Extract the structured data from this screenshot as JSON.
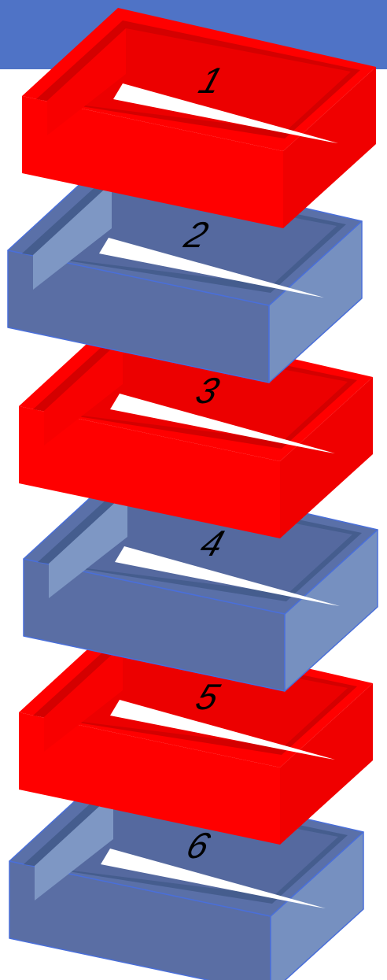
{
  "colors": {
    "header_band": "#4f73c6",
    "red_front": "#ff0000",
    "red_side": "#f00000",
    "red_top": "#ff0000",
    "red_rim": "#d40000",
    "red_inner_back": "#ec0000",
    "red_inner_left": "#f80000",
    "blue_front": "#5a6ea4",
    "blue_side": "#7690c0",
    "blue_top": "#5a70a8",
    "blue_rim": "#455d8e",
    "blue_inner_back": "#55699f",
    "blue_inner_left": "#7e97c4",
    "blue_edge": "#4a6fd9",
    "hole": "#ffffff"
  },
  "layers": [
    {
      "label": "1",
      "color": "red"
    },
    {
      "label": "2",
      "color": "blue"
    },
    {
      "label": "3",
      "color": "red"
    },
    {
      "label": "4",
      "color": "blue"
    },
    {
      "label": "5",
      "color": "red"
    },
    {
      "label": "6",
      "color": "blue"
    }
  ]
}
